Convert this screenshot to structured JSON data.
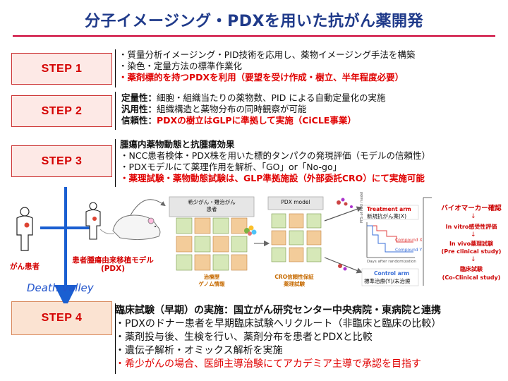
{
  "title": "分子イメージング・PDXを用いた抗がん薬開発",
  "steps": [
    {
      "label": "STEP 1",
      "lines": [
        {
          "text": "・質量分析イメージング・PID技術を応用し、薬物イメージング手法を構築",
          "red": false
        },
        {
          "text": "・染色・定量方法の標準作業化",
          "red": false
        },
        {
          "text": "・薬剤標的を持つPDXを利用（要望を受け作成・樹立、半年程度必要）",
          "red": true
        }
      ]
    },
    {
      "label": "STEP 2",
      "lines": [
        {
          "head": "定量性：",
          "text": "細胞・組織当たりの薬物数、PID による自動定量化の実施",
          "red": false
        },
        {
          "head": "汎用性：",
          "text": "組織構造と薬物分布の同時観察が可能",
          "red": false
        },
        {
          "head": "信頼性：",
          "text": "PDXの樹立はGLPに準拠して実施（CiCLE事業）",
          "red": true
        }
      ]
    },
    {
      "label": "STEP 3",
      "lines": [
        {
          "head": "腫瘍内薬物動態と抗腫瘍効果",
          "text": "",
          "red": false
        },
        {
          "text": "・NCC患者検体・PDX株を用いた標的タンパクの発現評価（モデルの信頼性）",
          "red": false
        },
        {
          "text": "・PDXモデルにて薬理作用を解析、「GO」or「No-go」",
          "red": false
        },
        {
          "text": "・薬理試験・薬物動態試験は、GLP準拠施設（外部委託CRO）にて実施可能",
          "red": true
        }
      ]
    },
    {
      "label": "STEP 4",
      "lines": [
        {
          "head": "臨床試験（早期）の実施：国立がん研究センター中央病院・東病院と連携",
          "text": "",
          "red": false
        },
        {
          "text": "・PDXのドナー患者を早期臨床試験へリクルート（非臨床と臨床の比較）",
          "red": false
        },
        {
          "text": "・薬剤投与後、生検を行い、薬剤分布を患者とPDXと比較",
          "red": false
        },
        {
          "text": "・遺伝子解析・オミックス解析を実施",
          "red": false
        },
        {
          "text": "・希少がんの場合、医師主導治験にてアカデミア主導で承認を目指す",
          "red": true
        }
      ]
    }
  ],
  "diagram": {
    "patient_label": "がん患者",
    "pdx_label": "患者腫瘍由来移植モデル\n(PDX)",
    "death_valley": "Death valley",
    "rare_cancer_box": "希少がん・難治がん\n患者",
    "treatment_history": "治療歴\nゲノム情報",
    "pdx_model": "PDX model",
    "cro_label": "CRO信頼性保証\n薬理試験",
    "treatment_arm": "Treatment arm",
    "treatment_arm_sub": "新規抗がん薬(X)",
    "control_arm": "Control arm",
    "control_arm_sub": "標準治療(Y)/未治療",
    "compound_x": "Compound X",
    "compound_y": "Compound Y",
    "y_axis": "PFS of PDX model",
    "x_axis": "Days after randomization",
    "flow": [
      "バイオマーカー確認",
      "In vitro感受性評価",
      "In vivo薬理試験",
      "(Pre clinical study)",
      "臨床試験",
      "(Co-Clinical study)"
    ],
    "flow_arrow": "↓",
    "arrow_color": "#1a5fd1",
    "red": "#e00000"
  }
}
